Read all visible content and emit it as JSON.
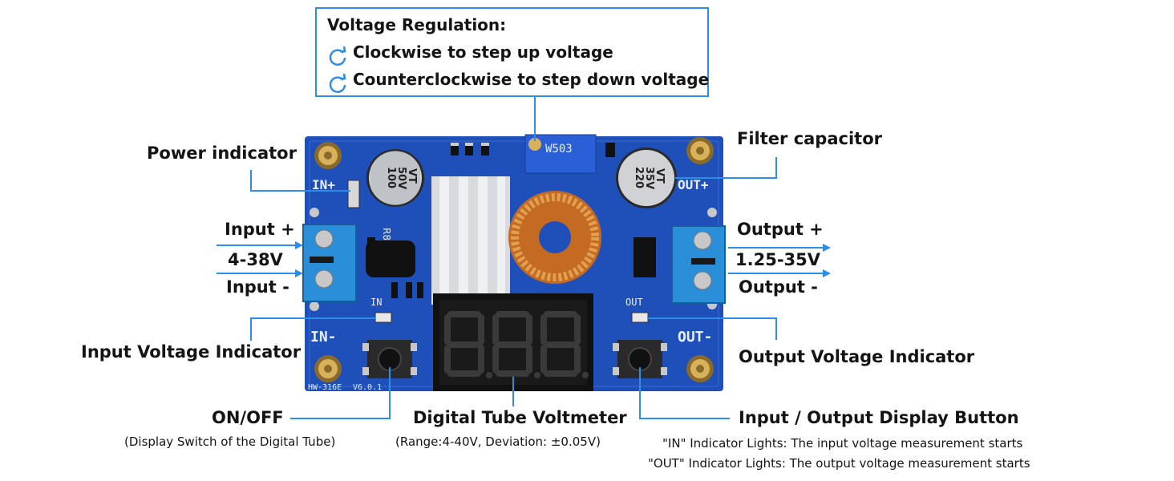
{
  "callout": {
    "title": "Voltage Regulation:",
    "line1": "Clockwise to step up voltage",
    "line2": "Counterclockwise to step down voltage",
    "cw_icon": "clockwise-arrow-icon",
    "ccw_icon": "counterclockwise-arrow-icon"
  },
  "labels": {
    "power_indicator": "Power indicator",
    "filter_capacitor": "Filter capacitor",
    "input_plus": "Input +",
    "input_range": "4-38V",
    "input_minus": "Input -",
    "output_plus": "Output +",
    "output_range": "1.25-35V",
    "output_minus": "Output -",
    "input_voltage_indicator": "Input Voltage Indicator",
    "output_voltage_indicator": "Output Voltage Indicator",
    "on_off": "ON/OFF",
    "on_off_sub": "(Display Switch of the Digital Tube)",
    "voltmeter": "Digital Tube Voltmeter",
    "voltmeter_sub": "(Range:4-40V, Deviation: ±0.05V)",
    "io_button": "Input / Output Display Button",
    "io_note1": "\"IN\" Indicator Lights: The input voltage measurement starts",
    "io_note2": "\"OUT\" Indicator Lights: The output voltage measurement starts"
  },
  "board": {
    "silk_in_plus": "IN+",
    "silk_in_minus": "IN-",
    "silk_out_plus": "OUT+",
    "silk_out_minus": "OUT-",
    "silk_in_led": "IN",
    "silk_out_led": "OUT",
    "cap_left": [
      "100",
      "50V",
      "VT"
    ],
    "cap_right": [
      "220",
      "35V",
      "VT"
    ],
    "pot_label": "W503",
    "r8": "R8",
    "model": "HW-316E",
    "version": "V6.0.1",
    "display_digits": "8.8.8."
  },
  "colors": {
    "pcb": "#1f4fb8",
    "arrow": "#2e8de8",
    "terminal": "#2a8fd8",
    "display": "#111111",
    "brass": "#c9a24a"
  }
}
